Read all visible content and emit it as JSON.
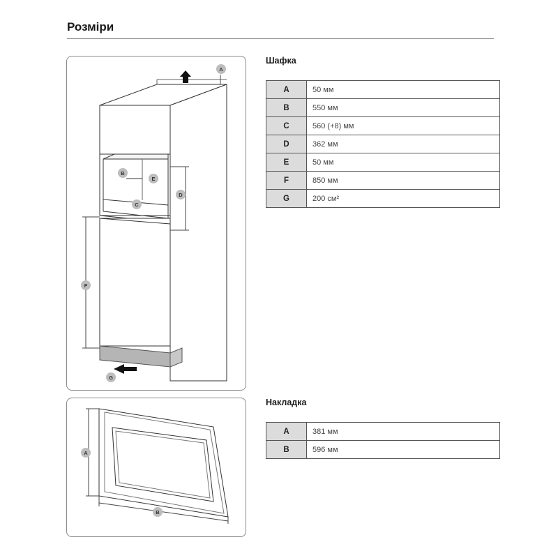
{
  "page": {
    "title": "Розміри"
  },
  "cabinet": {
    "title": "Шафка",
    "rows": [
      {
        "key": "A",
        "value": "50 мм"
      },
      {
        "key": "B",
        "value": "550 мм"
      },
      {
        "key": "C",
        "value": "560 (+8) мм"
      },
      {
        "key": "D",
        "value": "362 мм"
      },
      {
        "key": "E",
        "value": "50 мм"
      },
      {
        "key": "F",
        "value": "850 мм"
      },
      {
        "key": "G",
        "value": "200 см²"
      }
    ],
    "diagram_labels": {
      "a": "A",
      "b": "B",
      "c": "C",
      "d": "D",
      "e": "E",
      "f": "F",
      "g": "G"
    }
  },
  "trim": {
    "title": "Накладка",
    "rows": [
      {
        "key": "A",
        "value": "381 мм"
      },
      {
        "key": "B",
        "value": "596 мм"
      }
    ],
    "diagram_labels": {
      "a": "A",
      "b": "B"
    }
  }
}
